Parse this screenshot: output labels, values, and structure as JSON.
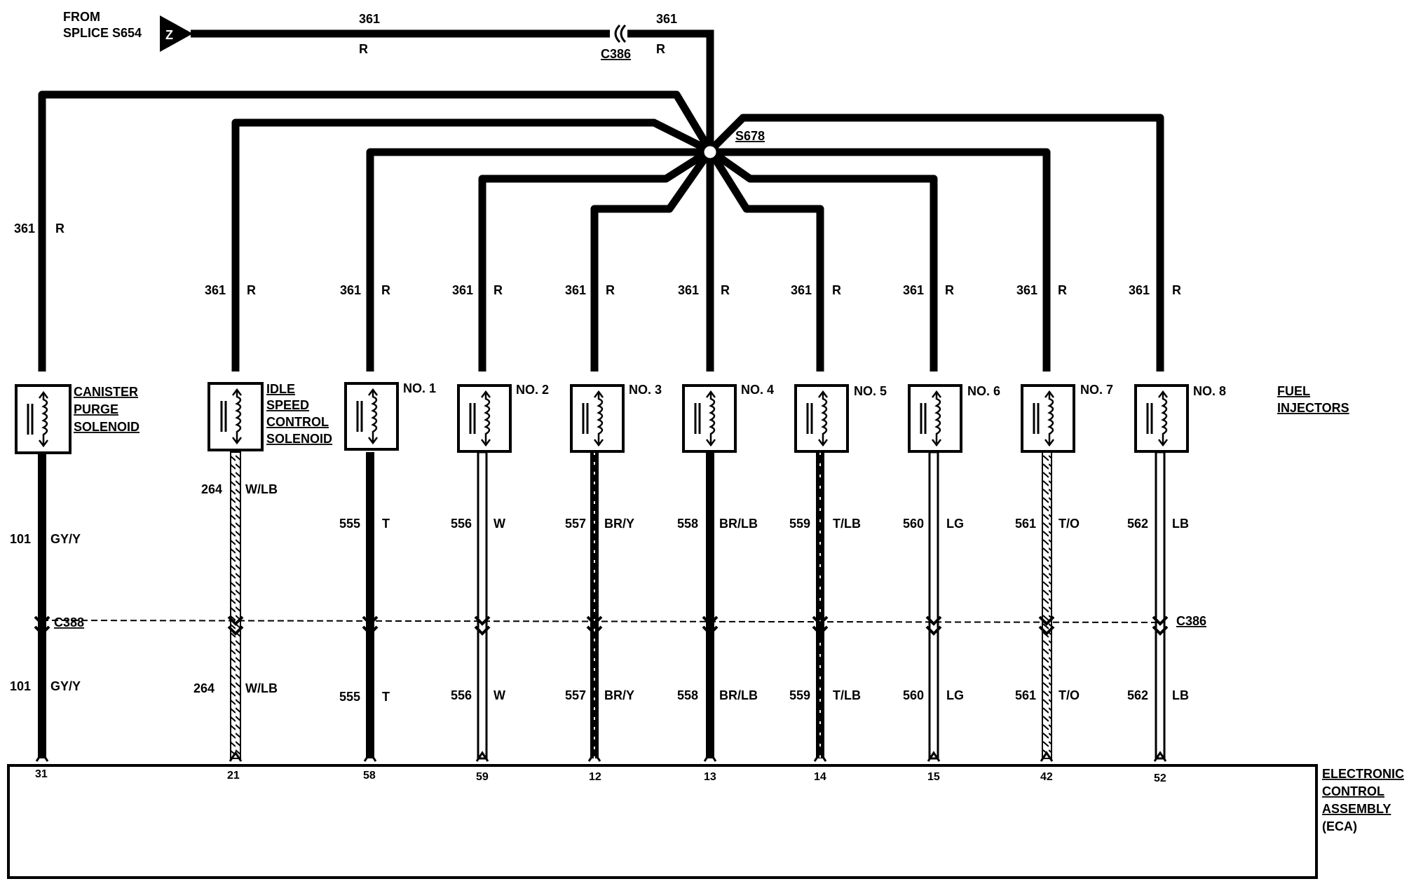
{
  "source": {
    "from_line1": "FROM",
    "from_line2": "SPLICE S654",
    "z_marker": "Z",
    "circuit": "361",
    "color": "R",
    "connector": "C386"
  },
  "splice": {
    "label": "S678"
  },
  "fuel_injectors_line1": "FUEL",
  "fuel_injectors_line2": "INJECTORS",
  "connector_mid_left": "C388",
  "connector_mid_right": "C386",
  "eca": {
    "line1": "ELECTRONIC",
    "line2": "CONTROL",
    "line3": "ASSEMBLY",
    "line4": "(ECA)"
  },
  "feeds": {
    "canister": {
      "circuit": "361",
      "color": "R"
    },
    "idle": {
      "circuit": "361",
      "color": "R"
    },
    "inj1": {
      "circuit": "361",
      "color": "R"
    },
    "inj2": {
      "circuit": "361",
      "color": "R"
    },
    "inj3": {
      "circuit": "361",
      "color": "R"
    },
    "inj4": {
      "circuit": "361",
      "color": "R"
    },
    "inj5": {
      "circuit": "361",
      "color": "R"
    },
    "inj6": {
      "circuit": "361",
      "color": "R"
    },
    "inj7": {
      "circuit": "361",
      "color": "R"
    },
    "inj8": {
      "circuit": "361",
      "color": "R"
    }
  },
  "components": {
    "canister": {
      "line1": "CANISTER",
      "line2": "PURGE",
      "line3": "SOLENOID"
    },
    "idle": {
      "line1": "IDLE",
      "line2": "SPEED",
      "line3": "CONTROL",
      "line4": "SOLENOID"
    },
    "inj1": {
      "label": "NO. 1"
    },
    "inj2": {
      "label": "NO. 2"
    },
    "inj3": {
      "label": "NO. 3"
    },
    "inj4": {
      "label": "NO. 4"
    },
    "inj5": {
      "label": "NO. 5"
    },
    "inj6": {
      "label": "NO. 6"
    },
    "inj7": {
      "label": "NO. 7"
    },
    "inj8": {
      "label": "NO. 8"
    }
  },
  "signals": {
    "canister": {
      "circuit": "101",
      "color": "GY/Y",
      "pin": "31"
    },
    "idle": {
      "circuit": "264",
      "color": "W/LB",
      "pin": "21"
    },
    "inj1": {
      "circuit": "555",
      "color": "T",
      "pin": "58"
    },
    "inj2": {
      "circuit": "556",
      "color": "W",
      "pin": "59"
    },
    "inj3": {
      "circuit": "557",
      "color": "BR/Y",
      "pin": "12"
    },
    "inj4": {
      "circuit": "558",
      "color": "BR/LB",
      "pin": "13"
    },
    "inj5": {
      "circuit": "559",
      "color": "T/LB",
      "pin": "14"
    },
    "inj6": {
      "circuit": "560",
      "color": "LG",
      "pin": "15"
    },
    "inj7": {
      "circuit": "561",
      "color": "T/O",
      "pin": "42"
    },
    "inj8": {
      "circuit": "562",
      "color": "LB",
      "pin": "52"
    }
  },
  "wire_style": {
    "canister": "solid",
    "idle": "hatched",
    "inj1": "solid",
    "inj2": "hollow",
    "inj3": "striped",
    "inj4": "solid",
    "inj5": "striped",
    "inj6": "hollow",
    "inj7": "hatched",
    "inj8": "hollow"
  }
}
